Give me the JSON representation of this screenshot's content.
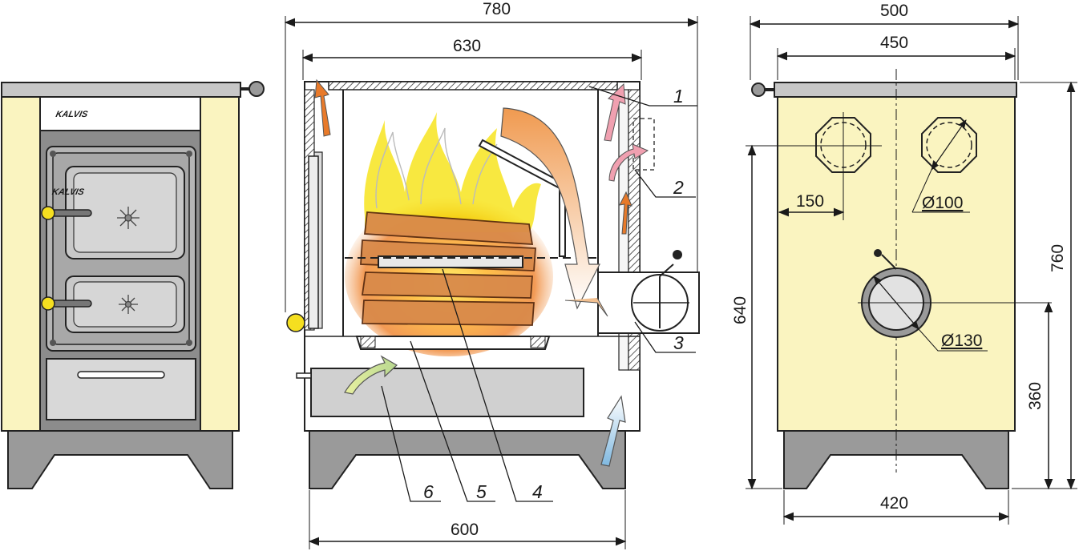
{
  "brand": "KALVIS",
  "dimensions": {
    "middle_top_width": "780",
    "middle_inner_width": "630",
    "middle_bottom_width": "600",
    "side_top_width": "500",
    "side_inner_width": "450",
    "side_bottom_width": "420",
    "side_total_height": "760",
    "side_outlet_height": "640",
    "side_flue_height": "360",
    "side_offset": "150",
    "small_outlet_diameter": "Ø100",
    "flue_diameter": "Ø130"
  },
  "callouts": [
    "1",
    "2",
    "3",
    "4",
    "5",
    "6"
  ],
  "colors": {
    "body": "#faf4c0",
    "steel": "#8c8c8c",
    "legs": "#9a9a9a",
    "cold_air": "#a8d4ec",
    "hot_air": "#e87a2a",
    "flame": "#f5e000"
  }
}
